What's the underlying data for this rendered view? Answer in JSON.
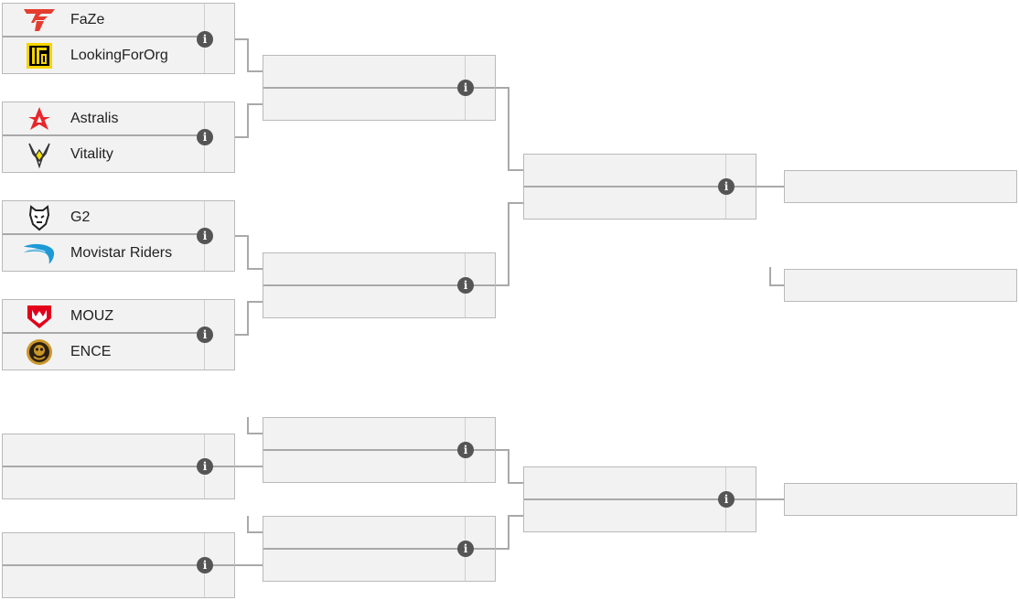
{
  "upper_round1": [
    {
      "team1": {
        "name": "FaZe",
        "logo": "faze-logo-icon"
      },
      "team2": {
        "name": "LookingForOrg",
        "logo": "lookingfororg-logo-icon"
      }
    },
    {
      "team1": {
        "name": "Astralis",
        "logo": "astralis-logo-icon"
      },
      "team2": {
        "name": "Vitality",
        "logo": "vitality-logo-icon"
      }
    },
    {
      "team1": {
        "name": "G2",
        "logo": "g2-logo-icon"
      },
      "team2": {
        "name": "Movistar Riders",
        "logo": "movistar-riders-logo-icon"
      }
    },
    {
      "team1": {
        "name": "MOUZ",
        "logo": "mouz-logo-icon"
      },
      "team2": {
        "name": "ENCE",
        "logo": "ence-logo-icon"
      }
    }
  ],
  "info_glyph": "i",
  "colors": {
    "box_bg": "#f2f2f2",
    "border": "#b9b9b9",
    "connector": "#a9a9a9",
    "info": "#555555",
    "faze_red": "#e43d30",
    "lfo_yellow": "#f5d400",
    "astralis_red": "#e8262c",
    "vitality_yellow": "#f5e100",
    "movistar_blue": "#1d9ad6",
    "mouz_red": "#e3001b",
    "ence_gold": "#c9962a"
  }
}
